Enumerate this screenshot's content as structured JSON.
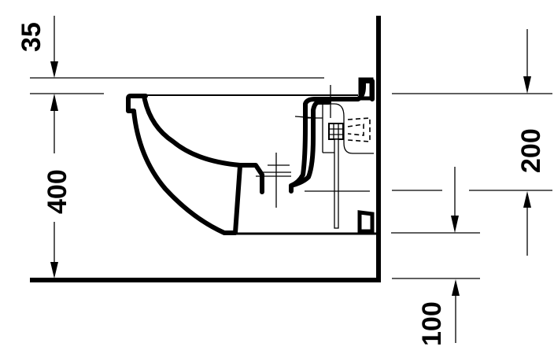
{
  "drawing": {
    "subject": "wall-hung bidet side view",
    "dimensions": {
      "top_gap": "35",
      "bowl_height": "400",
      "connection_height": "200",
      "lower_offset": "100"
    },
    "colors": {
      "line": "#000000",
      "background": "#ffffff"
    }
  }
}
